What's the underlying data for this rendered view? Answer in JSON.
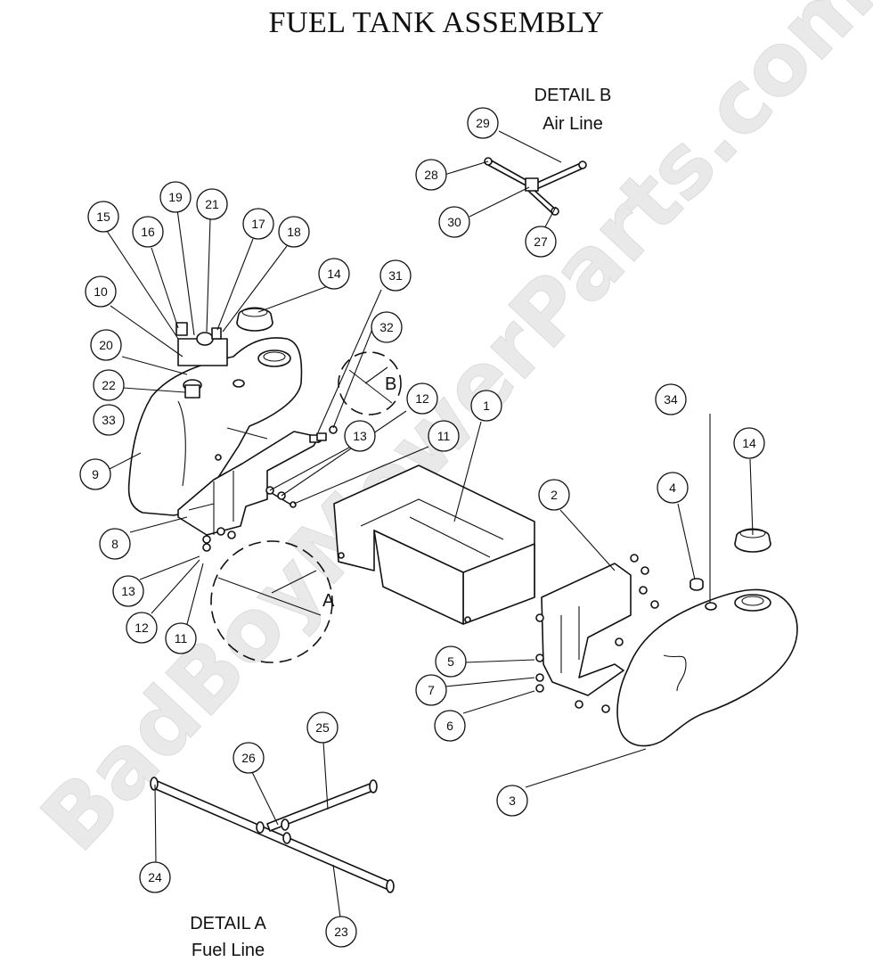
{
  "title": "FUEL TANK ASSEMBLY",
  "watermark": "BadBoyMowerParts.com",
  "details": {
    "b_heading": "DETAIL  B",
    "b_sub": "Air Line",
    "a_heading": "DETAIL  A",
    "a_sub": "Fuel Line",
    "a_marker": "A",
    "b_marker": "B"
  },
  "callouts": [
    {
      "id": "c29",
      "label": "29"
    },
    {
      "id": "c28",
      "label": "28"
    },
    {
      "id": "c30",
      "label": "30"
    },
    {
      "id": "c27",
      "label": "27"
    },
    {
      "id": "c15",
      "label": "15"
    },
    {
      "id": "c16",
      "label": "16"
    },
    {
      "id": "c19",
      "label": "19"
    },
    {
      "id": "c21",
      "label": "21"
    },
    {
      "id": "c17",
      "label": "17"
    },
    {
      "id": "c18",
      "label": "18"
    },
    {
      "id": "c14a",
      "label": "14"
    },
    {
      "id": "c31",
      "label": "31"
    },
    {
      "id": "c10",
      "label": "10"
    },
    {
      "id": "c32",
      "label": "32"
    },
    {
      "id": "c20",
      "label": "20"
    },
    {
      "id": "c22",
      "label": "22"
    },
    {
      "id": "c33",
      "label": "33"
    },
    {
      "id": "c12a",
      "label": "12"
    },
    {
      "id": "c1",
      "label": "1"
    },
    {
      "id": "c34",
      "label": "34"
    },
    {
      "id": "c13a",
      "label": "13"
    },
    {
      "id": "c11a",
      "label": "11"
    },
    {
      "id": "c14b",
      "label": "14"
    },
    {
      "id": "c9",
      "label": "9"
    },
    {
      "id": "c4",
      "label": "4"
    },
    {
      "id": "c2",
      "label": "2"
    },
    {
      "id": "c8",
      "label": "8"
    },
    {
      "id": "c13b",
      "label": "13"
    },
    {
      "id": "c12b",
      "label": "12"
    },
    {
      "id": "c11b",
      "label": "11"
    },
    {
      "id": "c5",
      "label": "5"
    },
    {
      "id": "c7",
      "label": "7"
    },
    {
      "id": "c6",
      "label": "6"
    },
    {
      "id": "c25",
      "label": "25"
    },
    {
      "id": "c26",
      "label": "26"
    },
    {
      "id": "c3",
      "label": "3"
    },
    {
      "id": "c24",
      "label": "24"
    },
    {
      "id": "c23",
      "label": "23"
    }
  ]
}
